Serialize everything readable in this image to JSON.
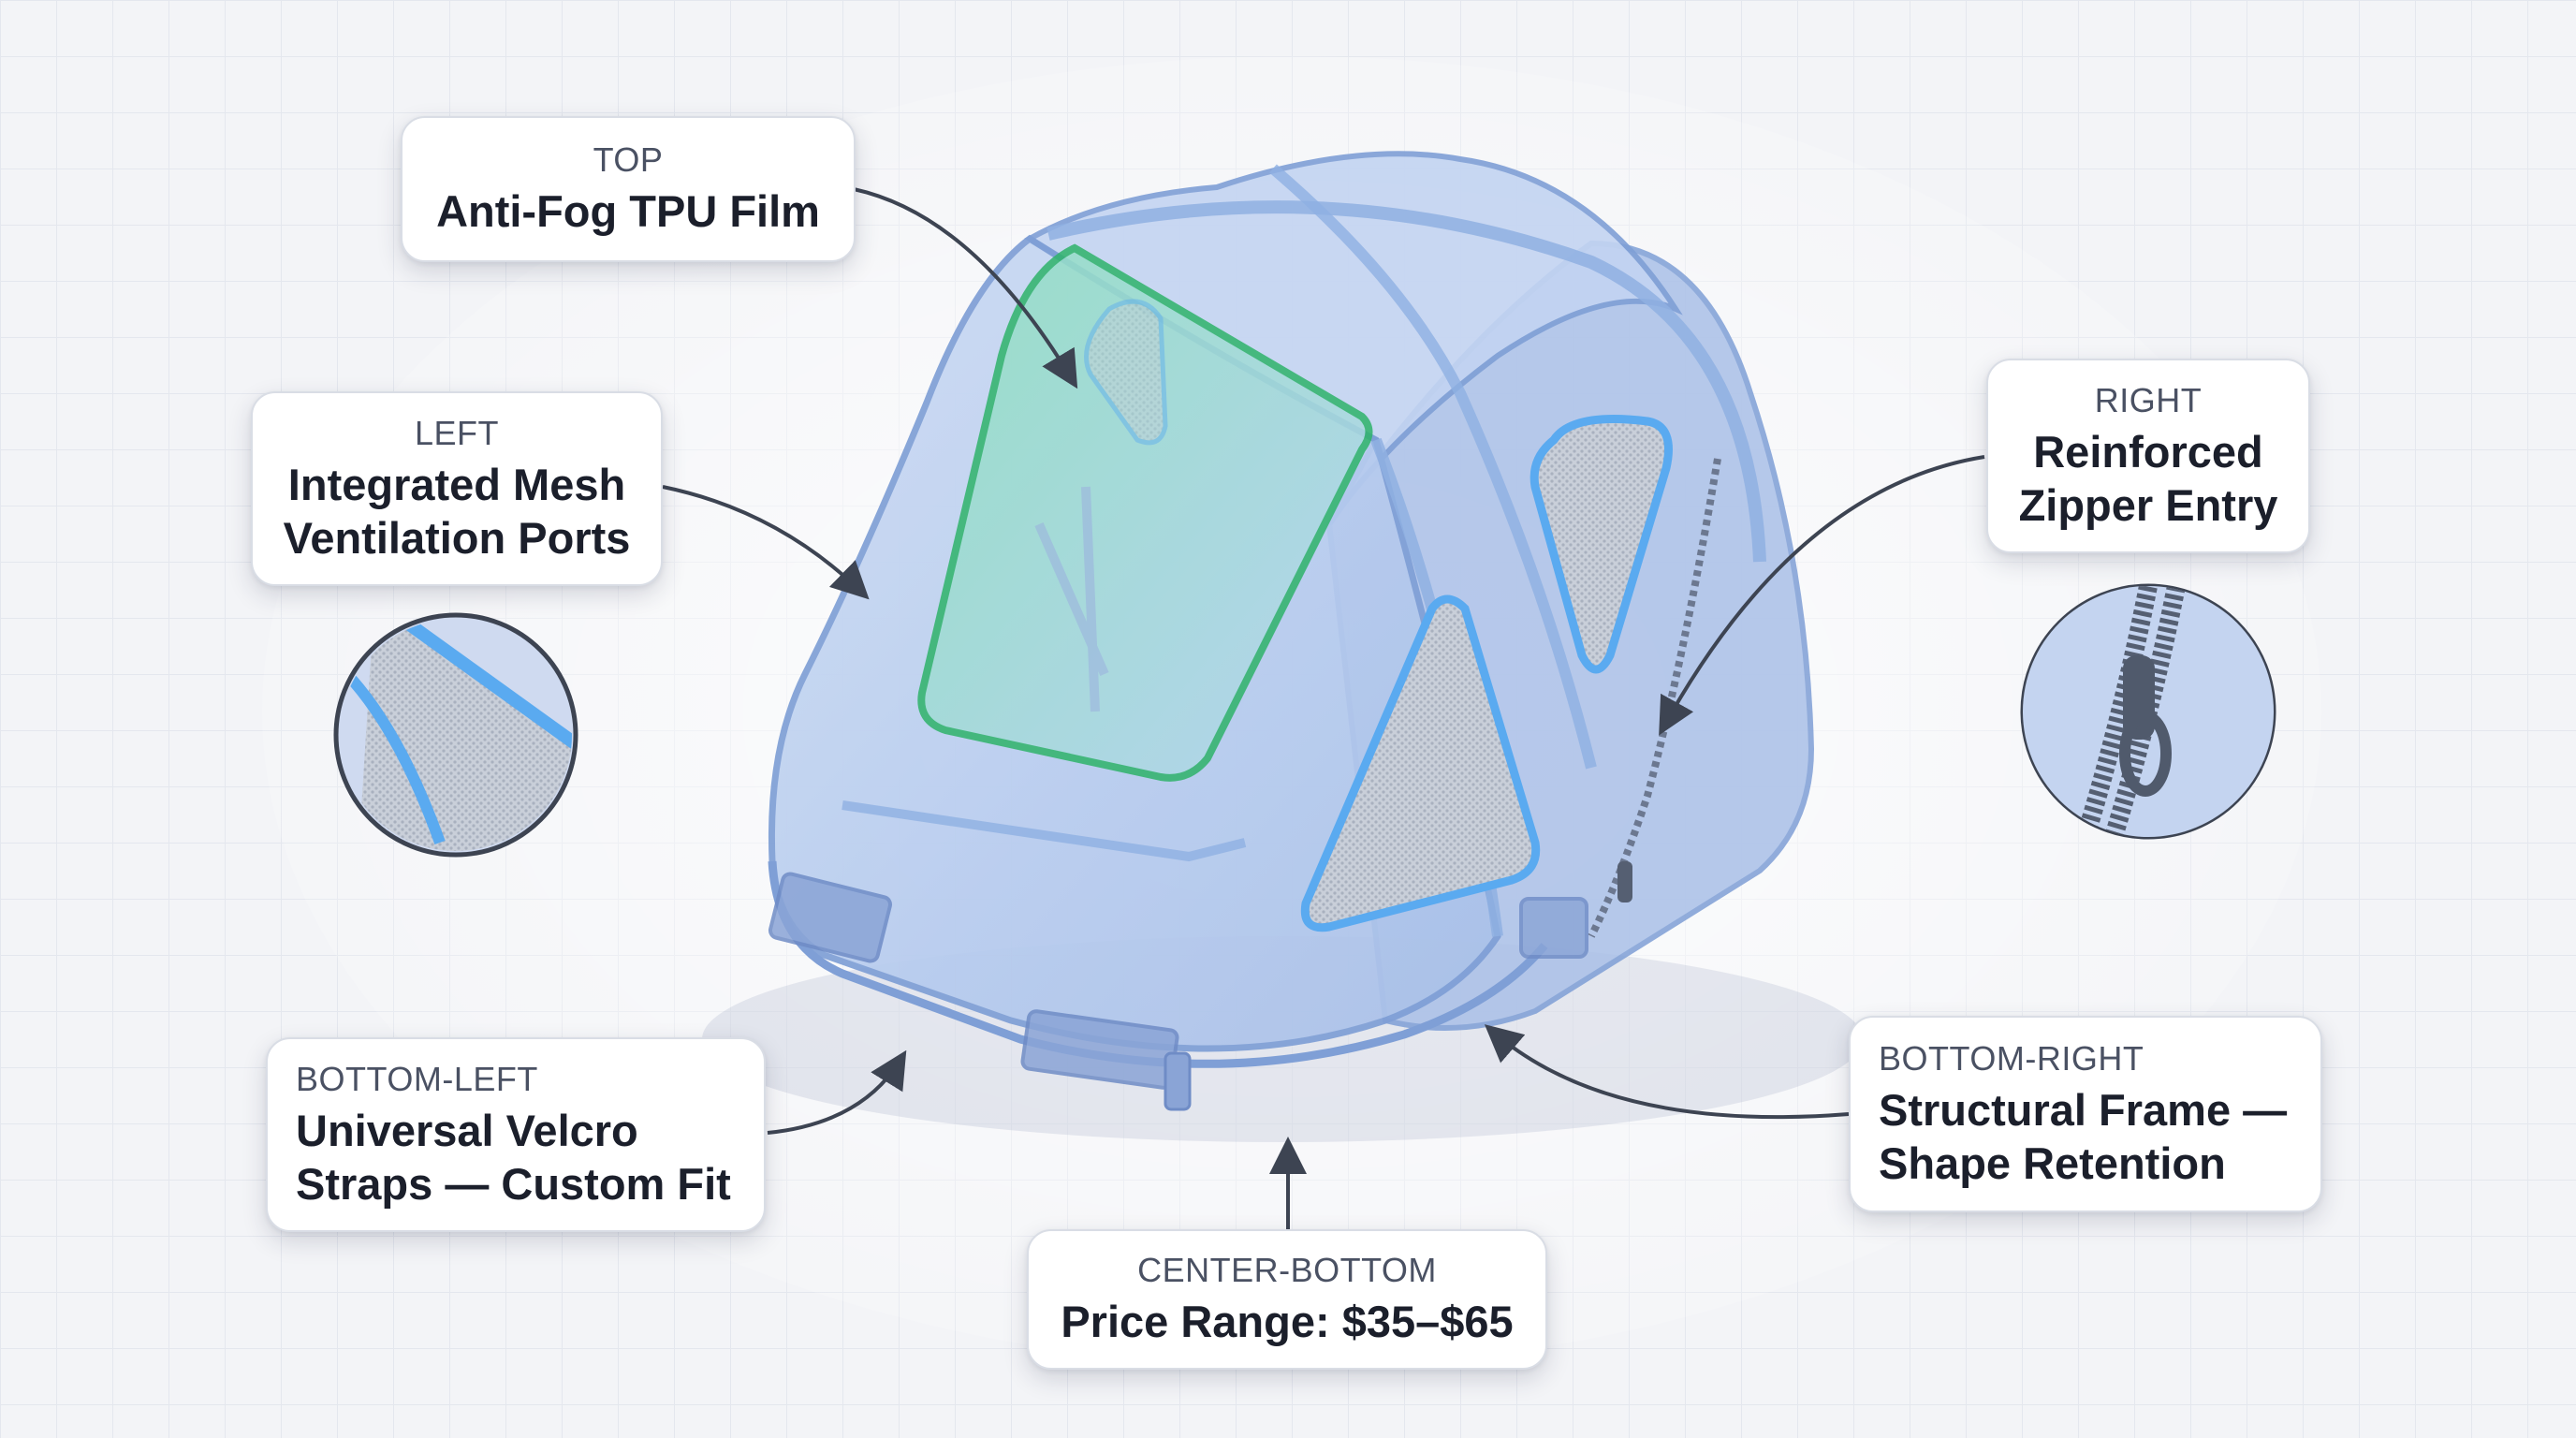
{
  "callouts": {
    "top": {
      "position": "TOP",
      "text": "Anti-Fog TPU Film"
    },
    "left": {
      "position": "LEFT",
      "text": "Integrated Mesh\nVentilation Ports"
    },
    "right": {
      "position": "RIGHT",
      "text": "Reinforced\nZipper Entry"
    },
    "bottom_left": {
      "position": "BOTTOM-LEFT",
      "text": "Universal Velcro\nStraps — Custom Fit"
    },
    "bottom_right": {
      "position": "BOTTOM-RIGHT",
      "text": "Structural Frame —\nShape Retention"
    },
    "center_bottom": {
      "position": "CENTER-BOTTOM",
      "text": "Price Range: $35–$65"
    }
  },
  "colors": {
    "cover_fill": "#b9cdef",
    "cover_edge": "#7f9fd6",
    "frame": "#8fb0e2",
    "window": "#7fd6b0",
    "window_edge": "#2fb36a",
    "mesh_edge": "#5aaaf0",
    "mesh_fill": "#c6ccd6",
    "arrow": "#3d4452"
  }
}
